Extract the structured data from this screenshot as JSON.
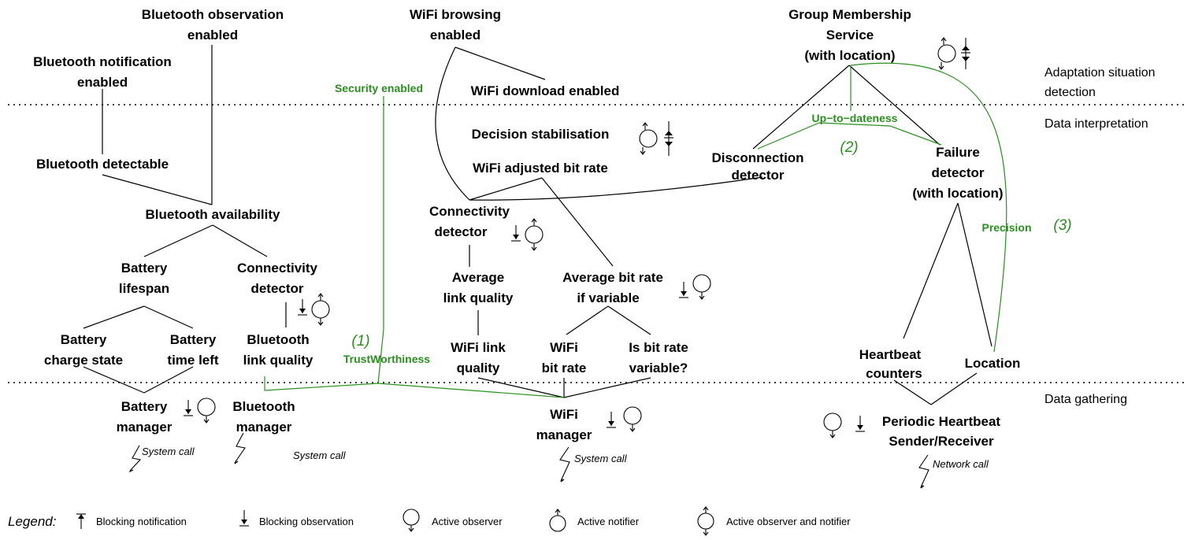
{
  "layers": {
    "adaptation": [
      "Adaptation situation",
      "detection"
    ],
    "interpretation": "Data interpretation",
    "gathering": "Data gathering"
  },
  "nodes": {
    "bt_observation": [
      "Bluetooth observation",
      "enabled"
    ],
    "bt_notification": [
      "Bluetooth notification",
      "enabled"
    ],
    "bt_detectable": "Bluetooth detectable",
    "bt_availability": "Bluetooth availability",
    "battery_lifespan": [
      "Battery",
      "lifespan"
    ],
    "bt_connectivity": [
      "Connectivity",
      "detector"
    ],
    "battery_charge": [
      "Battery",
      "charge state"
    ],
    "battery_time": [
      "Battery",
      "time left"
    ],
    "bt_link": [
      "Bluetooth",
      "link quality"
    ],
    "battery_manager": [
      "Battery",
      "manager"
    ],
    "bt_manager": [
      "Bluetooth",
      "manager"
    ],
    "wifi_browsing": [
      "WiFi browsing",
      "enabled"
    ],
    "wifi_download": "WiFi download enabled",
    "decision": "Decision stabilisation",
    "wifi_adjusted": "WiFi adjusted bit rate",
    "wifi_connectivity": [
      "Connectivity",
      "detector"
    ],
    "avg_link": [
      "Average",
      "link quality"
    ],
    "avg_bitrate": [
      "Average bit rate",
      "if variable"
    ],
    "wifi_link": [
      "WiFi link",
      "quality"
    ],
    "wifi_bitrate": [
      "WiFi",
      "bit rate"
    ],
    "bitrate_variable": [
      "Is bit rate",
      "variable?"
    ],
    "wifi_manager": [
      "WiFi",
      "manager"
    ],
    "gms": [
      "Group Membership",
      "Service",
      "(with location)"
    ],
    "disconnection": [
      "Disconnection",
      "detector"
    ],
    "failure": [
      "Failure",
      "detector",
      "(with location)"
    ],
    "heartbeat_counters": [
      "Heartbeat",
      "counters"
    ],
    "location": "Location",
    "heartbeat_sender": [
      "Periodic Heartbeat",
      "Sender/Receiver"
    ]
  },
  "calls": {
    "battery": "System call",
    "bluetooth": "System call",
    "wifi": "System call",
    "network": "Network call"
  },
  "qualities": {
    "security": "Security enabled",
    "trust": "TrustWorthiness",
    "uptodate": "Up−to−dateness",
    "precision": "Precision",
    "n1": "(1)",
    "n2": "(2)",
    "n3": "(3)"
  },
  "legend": {
    "title": "Legend:",
    "items": [
      {
        "icon": "blocking-notification-icon",
        "label": "Blocking notification"
      },
      {
        "icon": "blocking-observation-icon",
        "label": "Blocking observation"
      },
      {
        "icon": "active-observer-icon",
        "label": "Active observer"
      },
      {
        "icon": "active-notifier-icon",
        "label": "Active notifier"
      },
      {
        "icon": "active-observer-notifier-icon",
        "label": "Active observer and notifier"
      }
    ]
  },
  "colors": {
    "quality": "#2a8f1f",
    "ink": "#000000"
  }
}
